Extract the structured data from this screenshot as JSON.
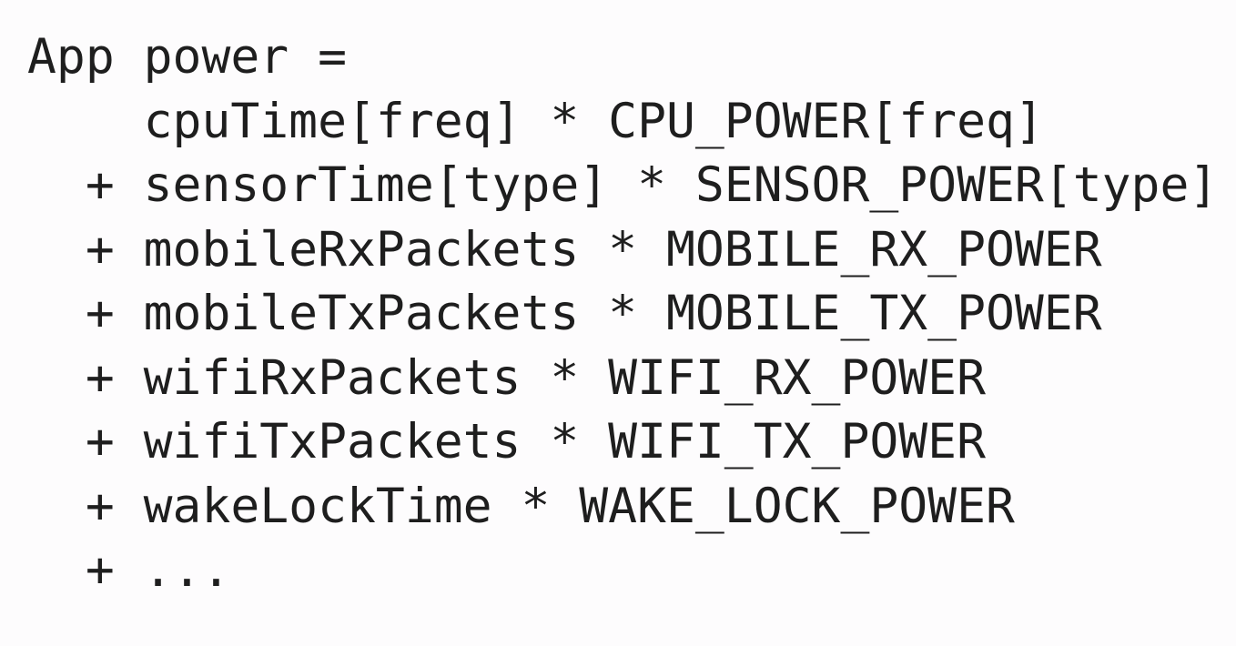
{
  "slide": {
    "kind": "presentation-slide",
    "colors": {
      "background": "#fdfcfd",
      "text": "#1e1e1e"
    },
    "formula": {
      "lines": [
        "App power =",
        "    cpuTime[freq] * CPU_POWER[freq]",
        "  + sensorTime[type] * SENSOR_POWER[type]",
        "  + mobileRxPackets * MOBILE_RX_POWER",
        "  + mobileTxPackets * MOBILE_TX_POWER",
        "  + wifiRxPackets * WIFI_RX_POWER",
        "  + wifiTxPackets * WIFI_TX_POWER",
        "  + wakeLockTime * WAKE_LOCK_POWER",
        "  + ..."
      ]
    }
  }
}
